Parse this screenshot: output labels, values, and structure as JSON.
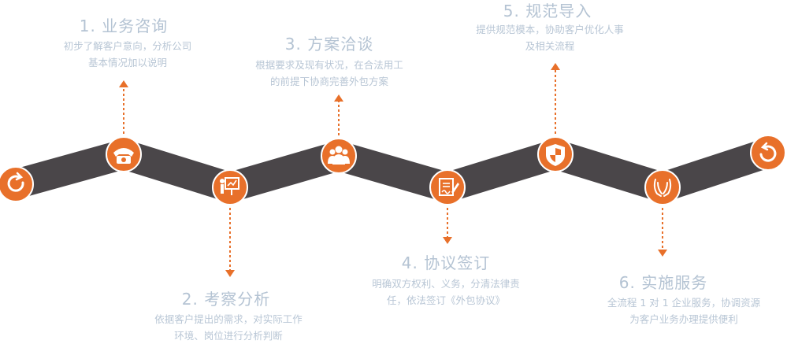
{
  "colors": {
    "band": "#4a4649",
    "accent": "#e8702a",
    "title": "#b4c3d3",
    "desc": "#b8c6d5",
    "background": "#ffffff"
  },
  "start_icon": "refresh-circle-icon",
  "end_icon": "refresh-circle-icon",
  "steps": [
    {
      "title": "1. 业务咨询",
      "desc_line1": "初步了解客户意向，分析公司",
      "desc_line2": "基本情况加以说明",
      "icon": "telephone-icon",
      "direction": "up"
    },
    {
      "title": "2. 考察分析",
      "desc_line1": "依据客户提出的需求，对实际工作",
      "desc_line2": "环境、岗位进行分析判断",
      "icon": "presentation-board-icon",
      "direction": "down"
    },
    {
      "title": "3. 方案洽谈",
      "desc_line1": "根据要求及现有状况，在合法用工",
      "desc_line2": "的前提下协商完善外包方案",
      "icon": "people-group-icon",
      "direction": "up"
    },
    {
      "title": "4. 协议签订",
      "desc_line1": "明确双方权利、义务，分清法律责",
      "desc_line2": "任，依法签订《外包协议》",
      "icon": "document-sign-icon",
      "direction": "down"
    },
    {
      "title": "5. 规范导入",
      "desc_line1": "提供规范模本，协助客户优化人事",
      "desc_line2": "及相关流程",
      "icon": "shield-icon",
      "direction": "up"
    },
    {
      "title": "6. 实施服务",
      "desc_line1": "全流程 1 对 1 企业服务，协调资源",
      "desc_line2": "为客户业务办理提供便利",
      "icon": "hands-icon",
      "direction": "down"
    }
  ]
}
